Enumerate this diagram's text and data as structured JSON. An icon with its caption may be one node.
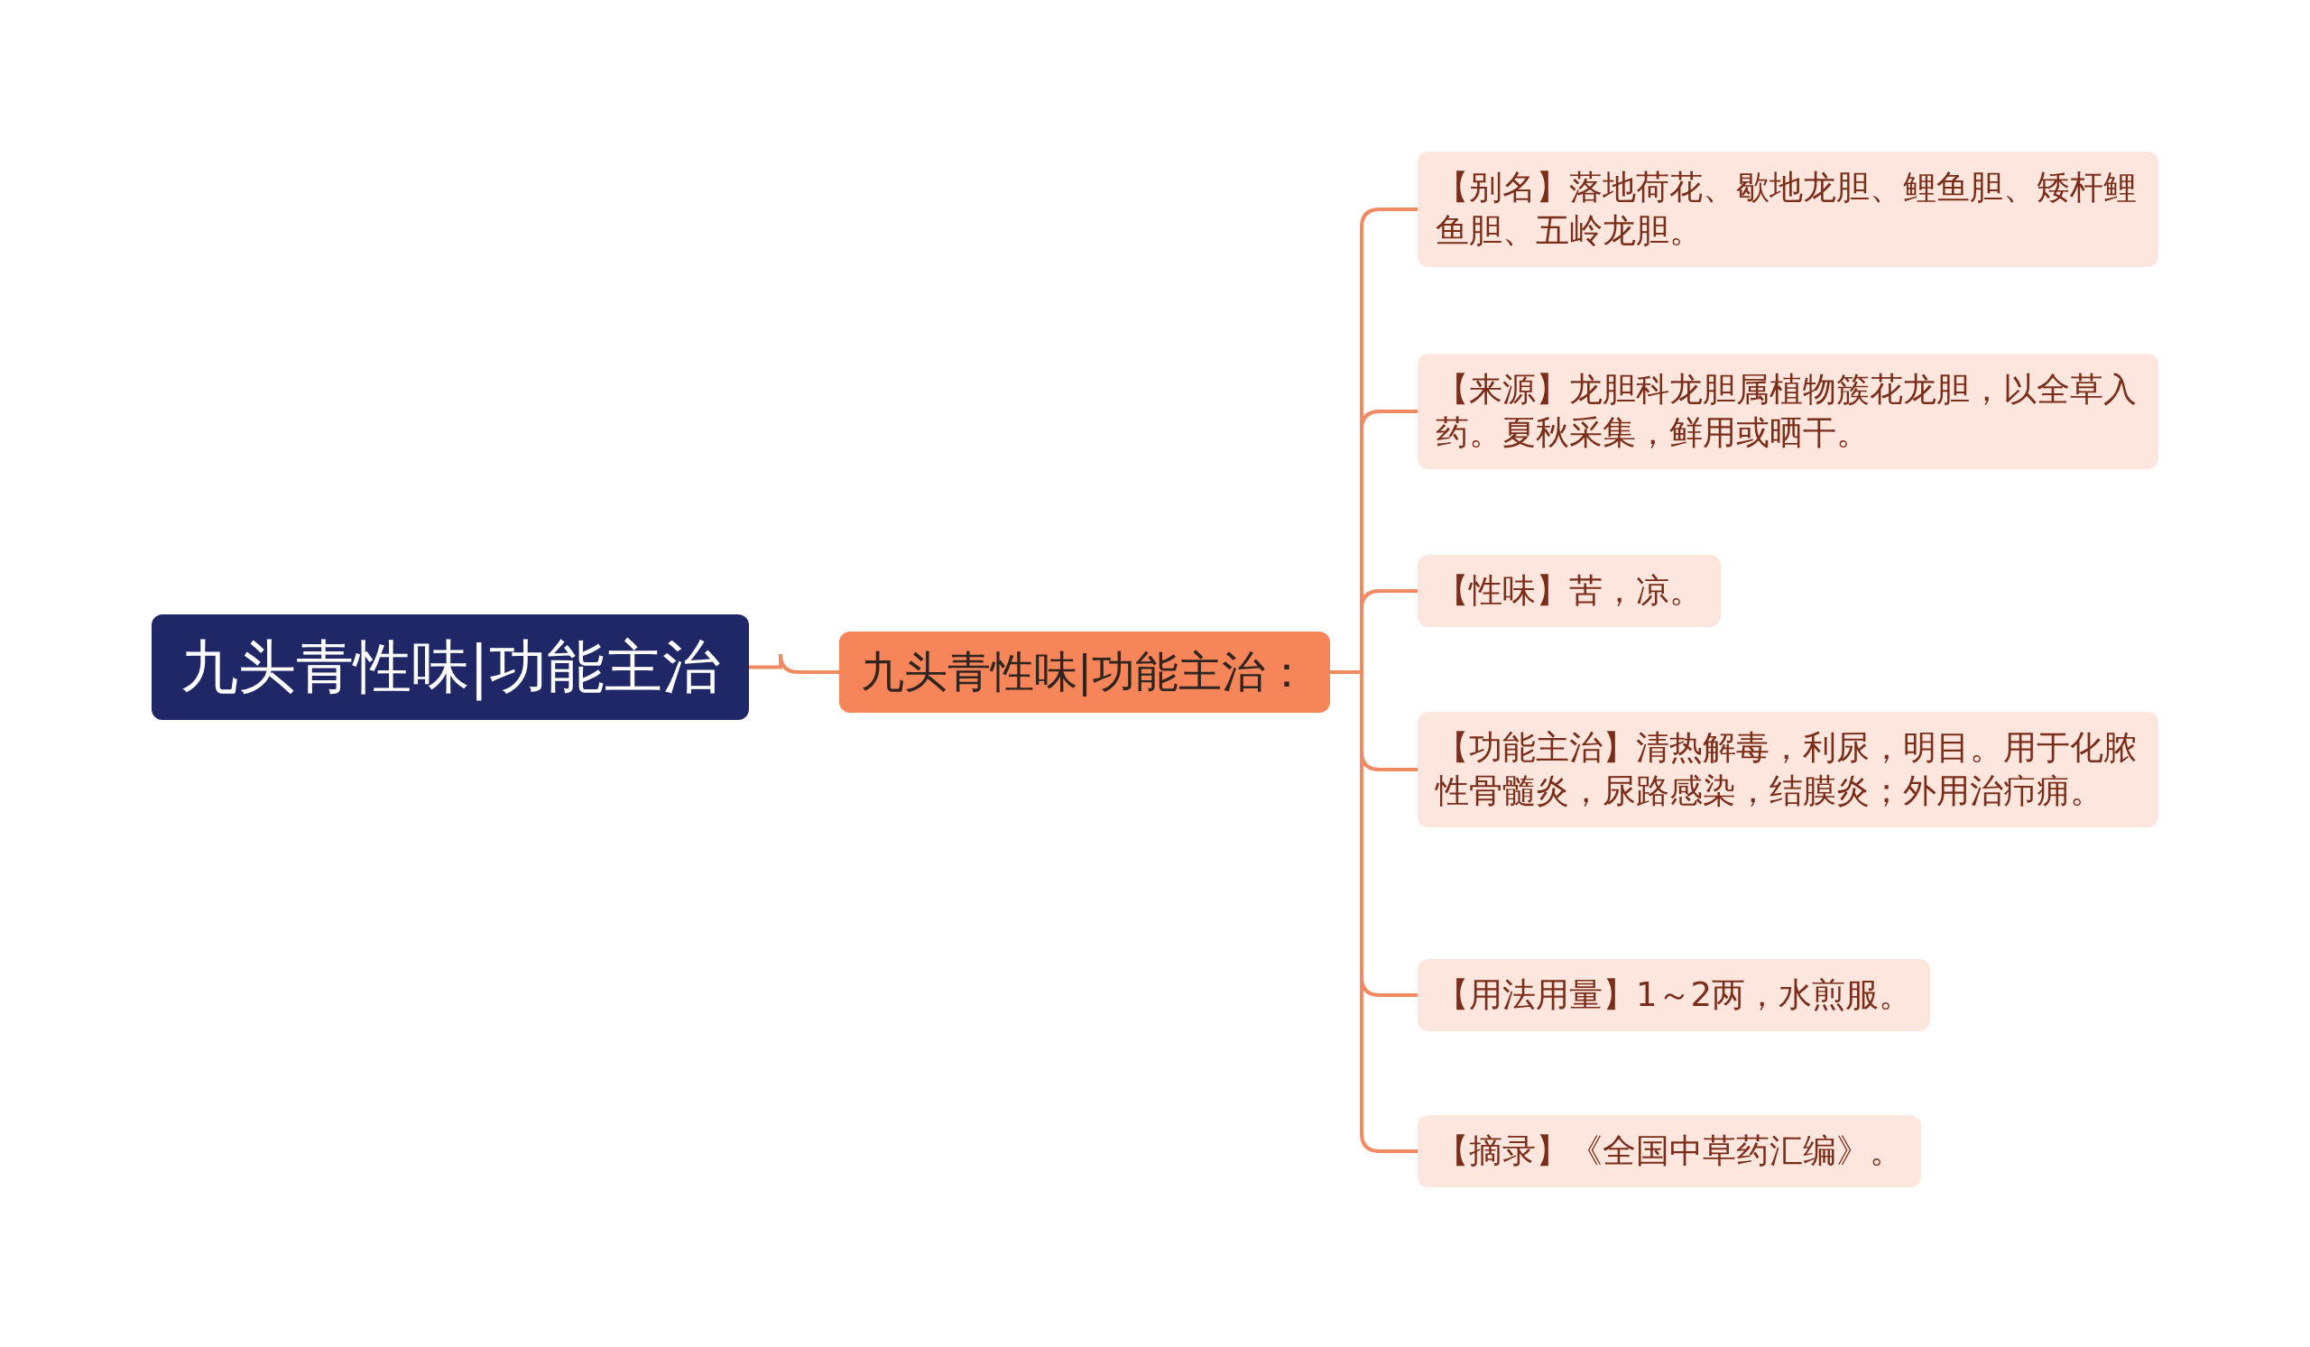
{
  "diagram": {
    "nodes": [
      {
        "text": [
          "九头青性味|功能主治"
        ]
      },
      {
        "text": [
          "九头青性味|功能主治："
        ]
      },
      {
        "text": [
          "【别名】落地荷花、歇地龙胆、鲤鱼胆、矮杆鲤鱼胆、五岭龙胆。"
        ]
      },
      {
        "text": [
          "【来源】龙胆科龙胆属植物簇花龙胆，以全草入药。夏秋采集，鲜用或晒干。"
        ]
      },
      {
        "text": [
          "【性味】苦，凉。"
        ]
      },
      {
        "text": [
          "【功能主治】清热解毒，利尿，明目。用于化脓性骨髓炎，尿路感染，结膜炎；外用治疖痈。"
        ]
      },
      {
        "text": [
          "【用法用量】1～2两，水煎服。"
        ]
      },
      {
        "text": [
          "【摘录】《全国中草药汇编》。"
        ]
      }
    ],
    "edges": [
      {
        "from": 0,
        "to": 1,
        "arrow": "none"
      },
      {
        "from": 1,
        "to": 2,
        "arrow": "none"
      },
      {
        "from": 1,
        "to": 3,
        "arrow": "none"
      },
      {
        "from": 1,
        "to": 4,
        "arrow": "none"
      },
      {
        "from": 1,
        "to": 5,
        "arrow": "none"
      },
      {
        "from": 1,
        "to": 6,
        "arrow": "none"
      },
      {
        "from": 1,
        "to": 7,
        "arrow": "none"
      }
    ]
  }
}
